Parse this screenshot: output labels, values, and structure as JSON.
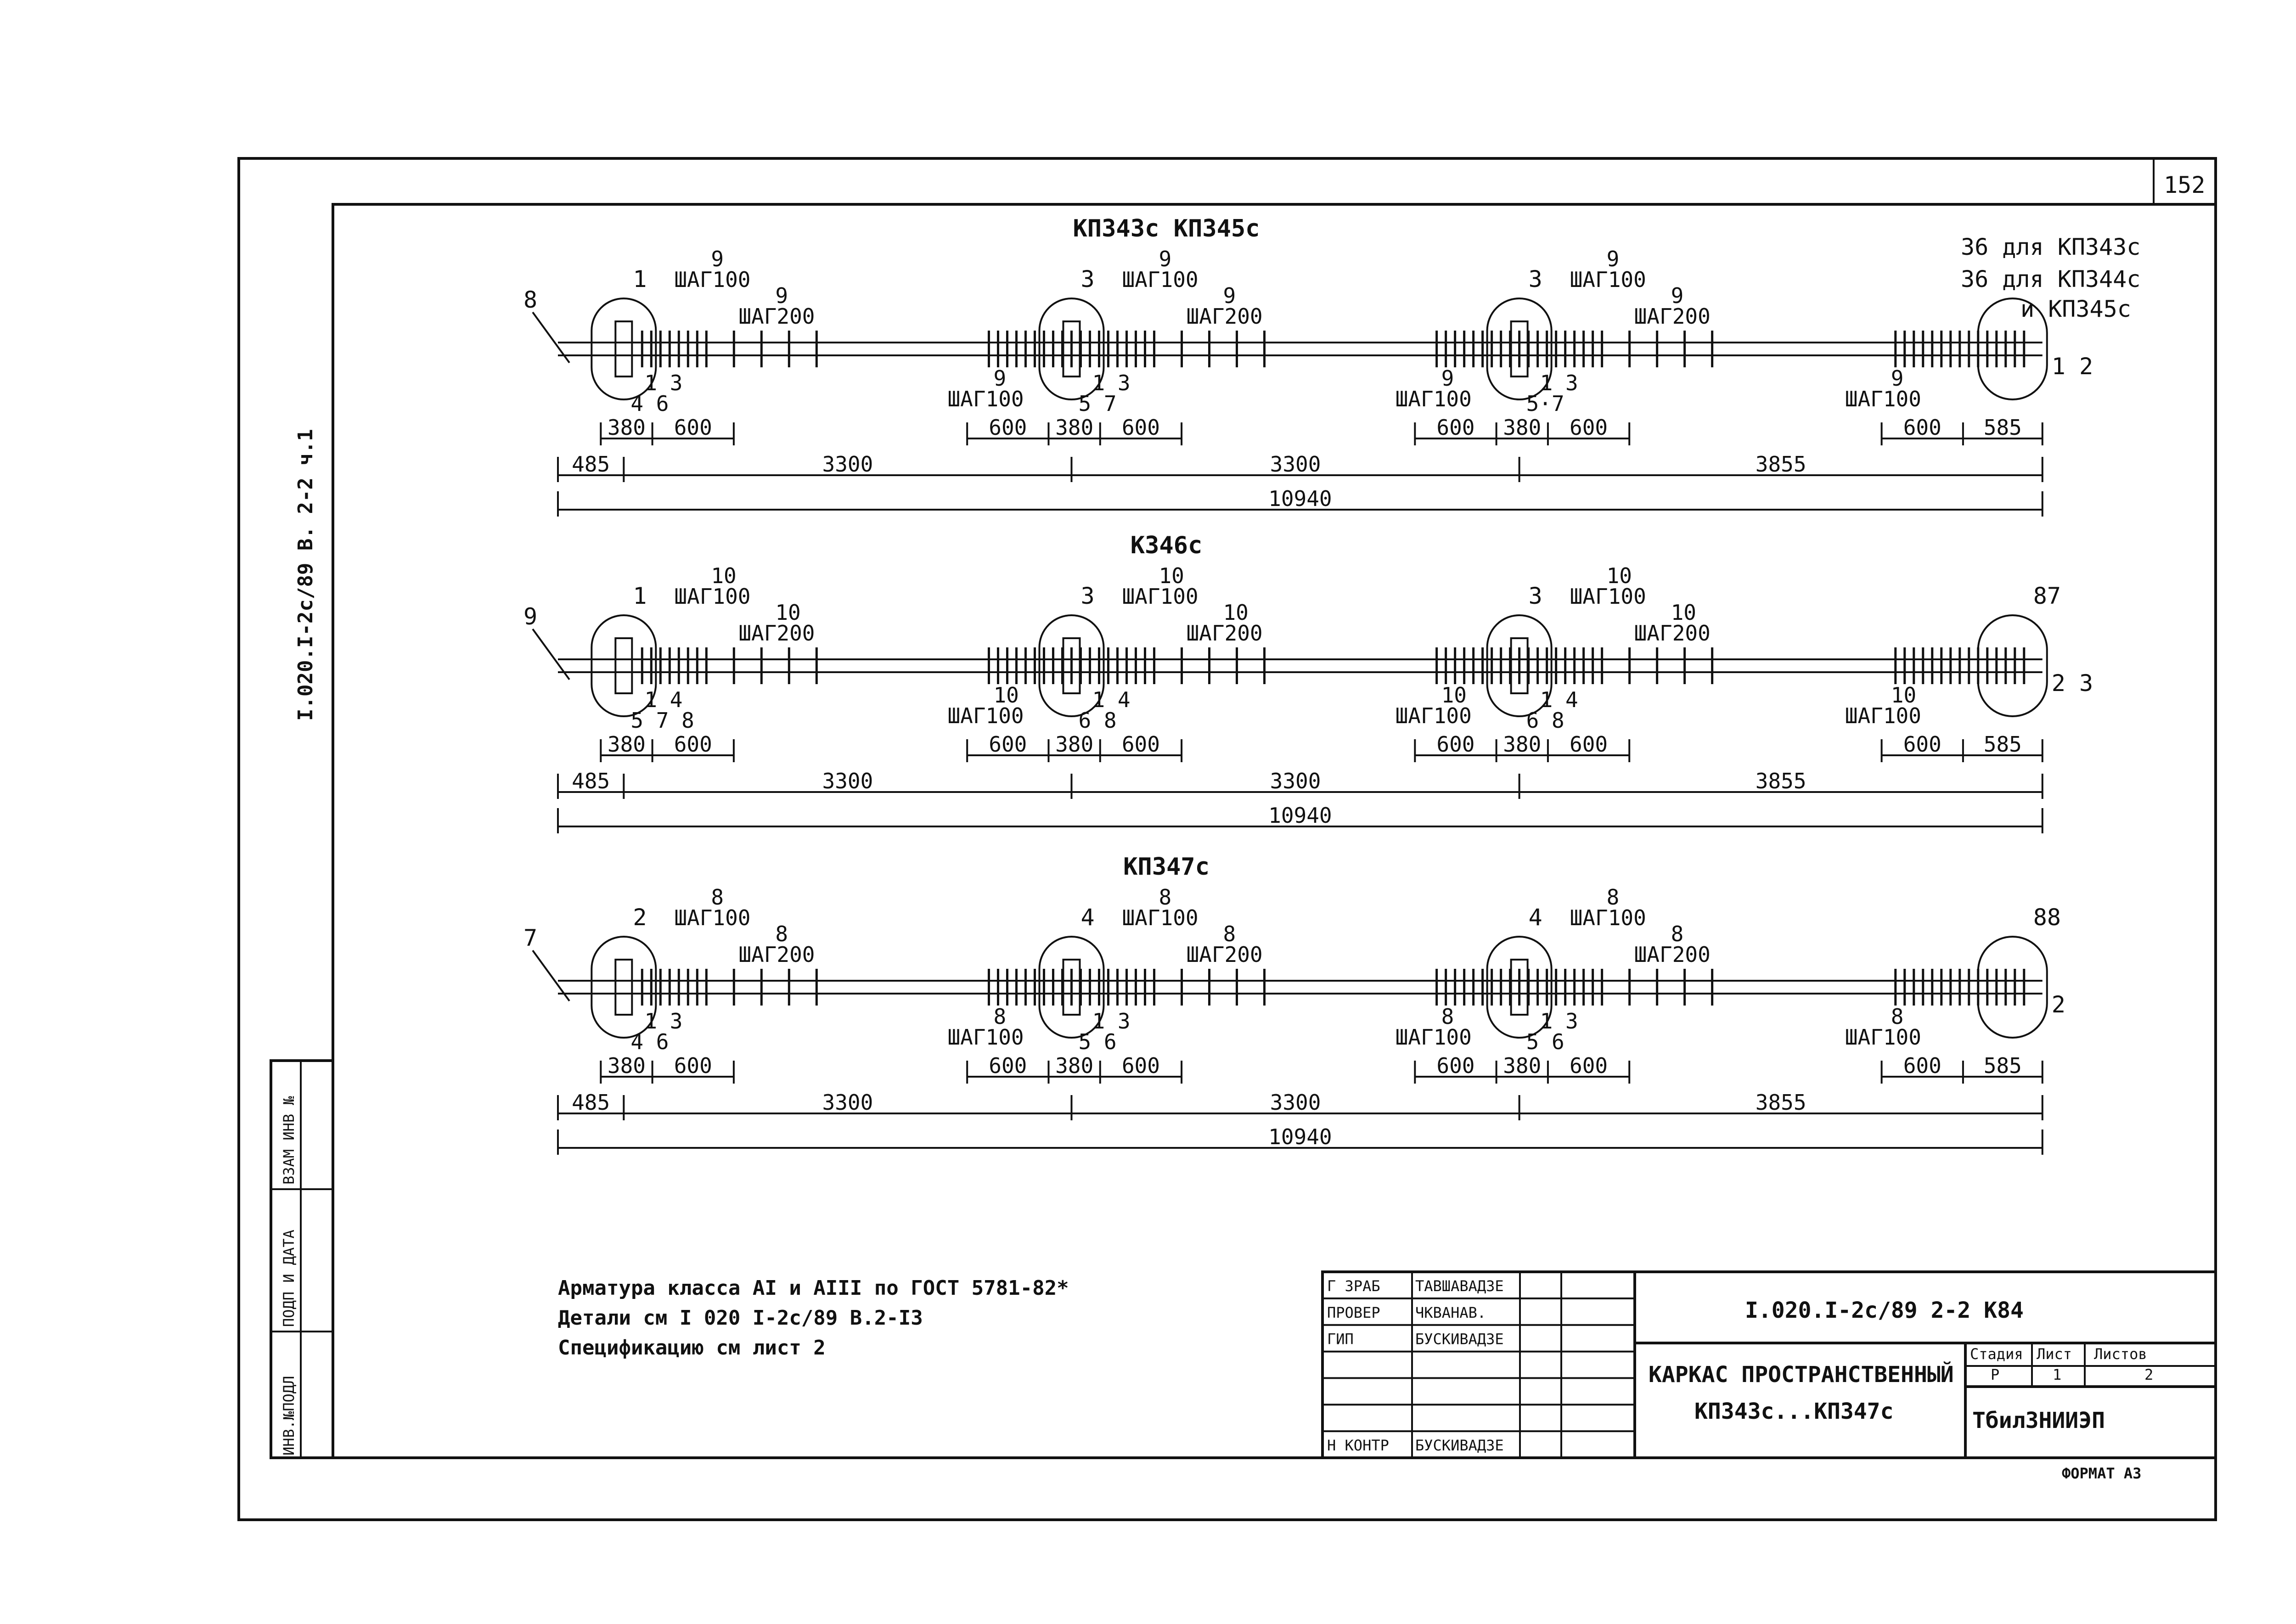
{
  "page_number": "152",
  "side_code": "I.020.I-2c/89 В. 2-2 ч.1",
  "format_label": "ФОРМАТ А3",
  "top_note": {
    "line1": "36 для КП343с",
    "line2": "36 для КП344с",
    "line3": "и КП345с"
  },
  "frames": [
    {
      "title": "КП343с КП345с",
      "node_labels": [
        "1",
        "3",
        "3"
      ],
      "end_label": "",
      "left_bar_label": "8",
      "upper_bar": "9",
      "step100": "ШАГ100",
      "step200": "ШАГ200",
      "lower_bar": "9",
      "pos_a": [
        "1 3",
        "1 3",
        "1 3"
      ],
      "pos_b": [
        "4 6",
        "5 7",
        "5·7"
      ],
      "end_pos": "1 2",
      "seg_dims": [
        [
          "380",
          "600"
        ],
        [
          "600",
          "380",
          "600"
        ],
        [
          "600",
          "380",
          "600"
        ],
        [
          "600",
          "585"
        ]
      ],
      "main_dims": [
        "485",
        "3300",
        "3300",
        "3855"
      ],
      "total": "10940"
    },
    {
      "title": "К346с",
      "node_labels": [
        "1",
        "3",
        "3"
      ],
      "end_label": "87",
      "left_bar_label": "9",
      "upper_bar": "10",
      "step100": "ШАГ100",
      "step200": "ШАГ200",
      "lower_bar": "10",
      "pos_a": [
        "1 4",
        "1 4",
        "1 4"
      ],
      "pos_b": [
        "5 7 8",
        "6 8",
        "6 8"
      ],
      "end_pos": "2 3",
      "seg_dims": [
        [
          "380",
          "600"
        ],
        [
          "600",
          "380",
          "600"
        ],
        [
          "600",
          "380",
          "600"
        ],
        [
          "600",
          "585"
        ]
      ],
      "main_dims": [
        "485",
        "3300",
        "3300",
        "3855"
      ],
      "total": "10940"
    },
    {
      "title": "КП347с",
      "node_labels": [
        "2",
        "4",
        "4"
      ],
      "end_label": "88",
      "left_bar_label": "7",
      "upper_bar": "8",
      "step100": "ШАГ100",
      "step200": "ШАГ200",
      "lower_bar": "8",
      "pos_a": [
        "1 3",
        "1 3",
        "1 3"
      ],
      "pos_b": [
        "4 6",
        "5 6",
        "5 6"
      ],
      "end_pos": "2",
      "seg_dims": [
        [
          "380",
          "600"
        ],
        [
          "600",
          "380",
          "600"
        ],
        [
          "600",
          "380",
          "600"
        ],
        [
          "600",
          "585"
        ]
      ],
      "main_dims": [
        "485",
        "3300",
        "3300",
        "3855"
      ],
      "total": "10940"
    }
  ],
  "notes": [
    "Арматура класса АI и АIII по ГОСТ 5781-82*",
    "Детали см I 020 I-2с/89 В.2-I3",
    "Спецификацию см лист 2"
  ],
  "side_stamp": [
    "ИНВ.№ПОДЛ",
    "ПОДП И ДАТА",
    "ВЗАМ ИНВ №"
  ],
  "title_block": {
    "roles": [
      "Г ЗРАБ",
      "ПРОВЕР",
      "ГИП",
      "",
      "",
      "",
      "Н КОНТР"
    ],
    "names": [
      "ТАВШАВАДЗЕ",
      "ЧКВАНАВ.",
      "БУСКИВАДЗЕ",
      "",
      "",
      "",
      "БУСКИВАДЗЕ"
    ],
    "doc_code": "I.020.I-2c/89 2-2 К84",
    "title_line1": "КАРКАС ПРОСТРАНСТВЕННЫЙ",
    "title_line2": "КП343с...КП347с",
    "col_headers": [
      "Стадия",
      "Лист",
      "Листов"
    ],
    "col_values": [
      "Р",
      "1",
      "2"
    ],
    "org": "ТбилЗНИИЭП"
  }
}
